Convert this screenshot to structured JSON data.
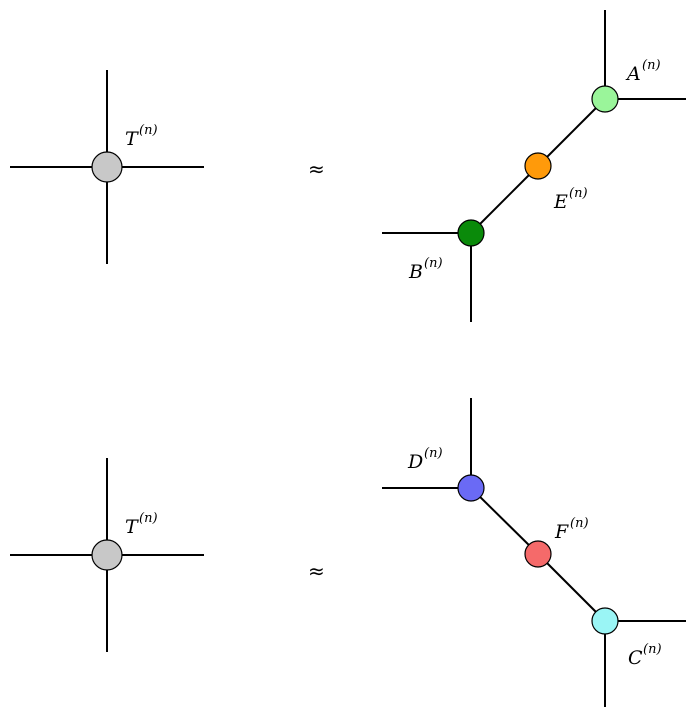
{
  "relations": [
    {
      "lhs": {
        "name": "T",
        "sup": "(n)",
        "color": "#c8c8c8"
      },
      "symbol": "≈",
      "rhs": [
        {
          "name": "A",
          "sup": "(n)",
          "color": "#9af59a"
        },
        {
          "name": "E",
          "sup": "(n)",
          "color": "#ff9a0a"
        },
        {
          "name": "B",
          "sup": "(n)",
          "color": "#0a8a0a"
        }
      ]
    },
    {
      "lhs": {
        "name": "T",
        "sup": "(n)",
        "color": "#c8c8c8"
      },
      "symbol": "≈",
      "rhs": [
        {
          "name": "D",
          "sup": "(n)",
          "color": "#6a6af5"
        },
        {
          "name": "F",
          "sup": "(n)",
          "color": "#f56a6a"
        },
        {
          "name": "C",
          "sup": "(n)",
          "color": "#9af5f5"
        }
      ]
    }
  ]
}
